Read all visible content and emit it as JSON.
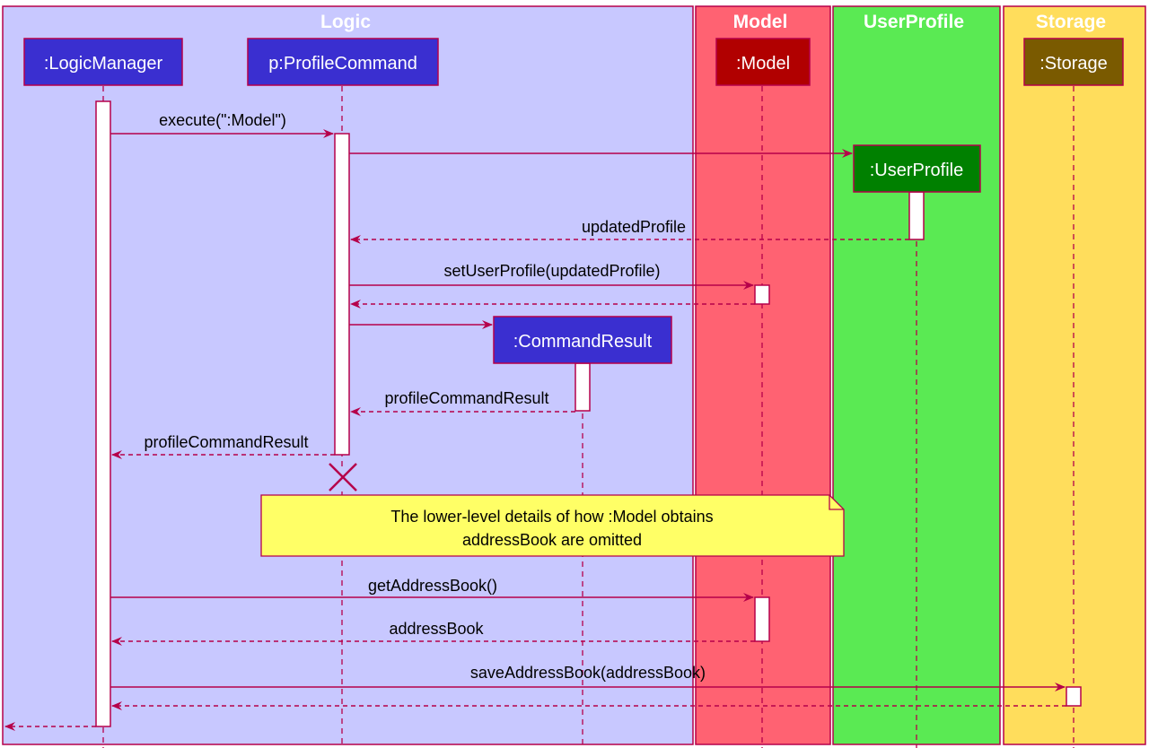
{
  "lanes": [
    {
      "title": "Logic",
      "color": "#c8c8ff"
    },
    {
      "title": "Model",
      "color": "#ff6272"
    },
    {
      "title": "UserProfile",
      "color": "#5aea53"
    },
    {
      "title": "Storage",
      "color": "#ffdd5c"
    }
  ],
  "participants": [
    {
      "label": ":LogicManager",
      "color": "#3a2fd0"
    },
    {
      "label": "p:ProfileCommand",
      "color": "#3a2fd0"
    },
    {
      "label": ":Model",
      "color": "#b10000"
    },
    {
      "label": ":UserProfile",
      "color": "#008000"
    },
    {
      "label": ":CommandResult",
      "color": "#3a2fd0"
    },
    {
      "label": ":Storage",
      "color": "#7a5a00"
    }
  ],
  "messages": [
    {
      "label": "execute(\":Model\")",
      "style": "solid"
    },
    {
      "label": "",
      "style": "solid"
    },
    {
      "label": "updatedProfile",
      "style": "dashed"
    },
    {
      "label": "setUserProfile(updatedProfile)",
      "style": "solid"
    },
    {
      "label": "",
      "style": "dashed"
    },
    {
      "label": "",
      "style": "solid"
    },
    {
      "label": "profileCommandResult",
      "style": "dashed"
    },
    {
      "label": "profileCommandResult",
      "style": "dashed"
    },
    {
      "label": "getAddressBook()",
      "style": "solid"
    },
    {
      "label": "addressBook",
      "style": "dashed"
    },
    {
      "label": "saveAddressBook(addressBook)",
      "style": "solid"
    },
    {
      "label": "",
      "style": "dashed"
    },
    {
      "label": "",
      "style": "dashed"
    }
  ],
  "note": {
    "lines": [
      "The lower-level details of how :Model obtains",
      "addressBook are omitted"
    ],
    "color": "#ffff66"
  },
  "colors": {
    "border": "#b5004a",
    "arrow": "#b5004a"
  }
}
